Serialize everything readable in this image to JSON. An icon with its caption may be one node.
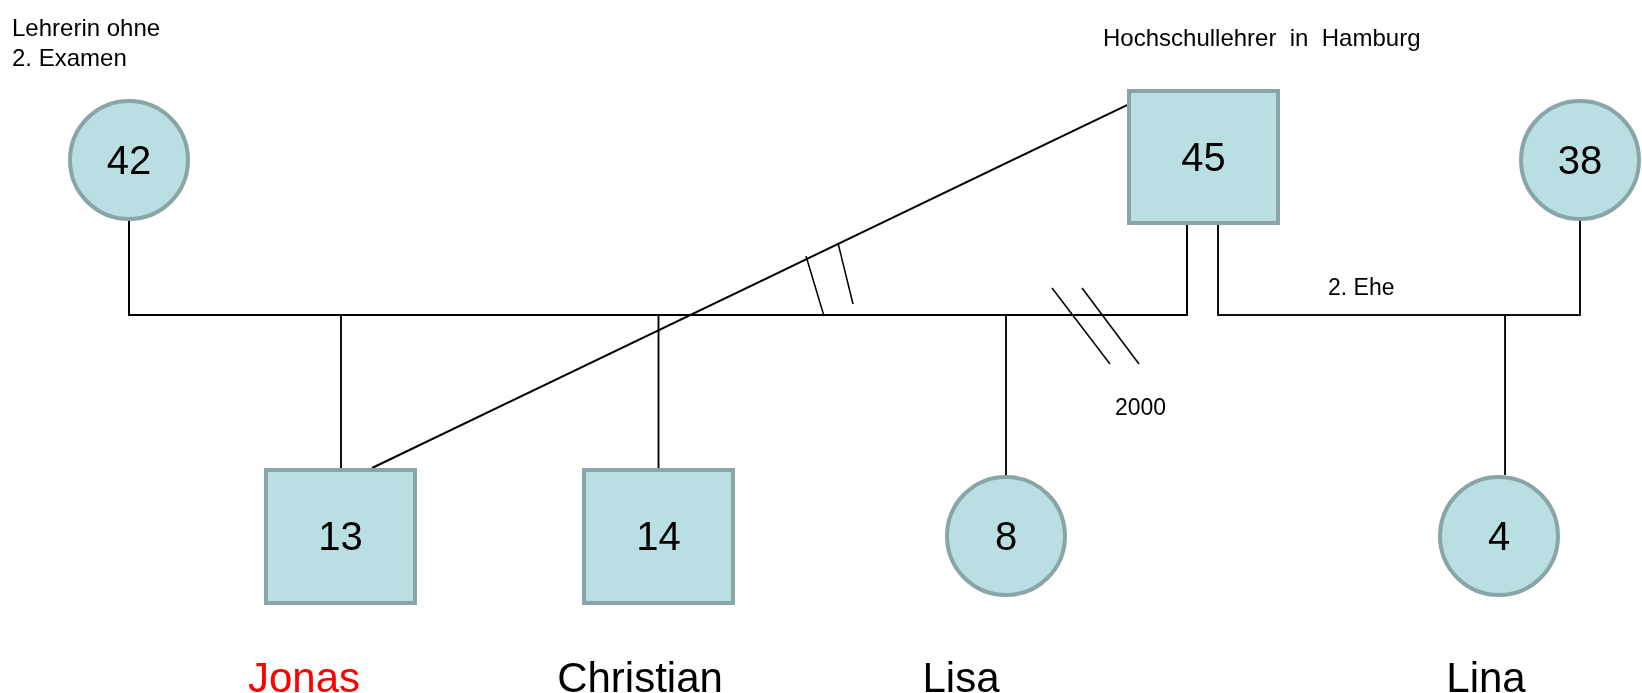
{
  "diagram": {
    "nodes": [
      {
        "text": [
          "42"
        ],
        "beside": [
          "Lehrerin ohne 2. Examen"
        ]
      },
      {
        "text": [
          "45"
        ],
        "beside": [
          "Hochschullehrer  in  Hamburg"
        ]
      },
      {
        "text": [
          "38"
        ]
      },
      {
        "text": [
          "13"
        ],
        "beside": [
          "Jonas"
        ]
      },
      {
        "text": [
          "14"
        ],
        "beside": [
          "Christian"
        ]
      },
      {
        "text": [
          "8"
        ],
        "beside": [
          "Lisa"
        ]
      },
      {
        "text": [
          "4"
        ],
        "beside": [
          "Lina"
        ]
      }
    ],
    "edges": [
      {
        "from": 0,
        "to": 1,
        "arrow": "none"
      },
      {
        "from": 0,
        "to": 3,
        "arrow": "none"
      },
      {
        "from": 0,
        "to": 4,
        "arrow": "none"
      },
      {
        "from": 0,
        "to": 5,
        "arrow": "none"
      },
      {
        "from": 1,
        "to": 3,
        "arrow": "none"
      },
      {
        "from": 1,
        "to": 4,
        "arrow": "none"
      },
      {
        "from": 1,
        "to": 5,
        "arrow": "none"
      },
      {
        "from": 1,
        "to": 2,
        "arrow": "none",
        "label": "2. Ehe"
      },
      {
        "from": 1,
        "to": 6,
        "arrow": "none"
      },
      {
        "from": 2,
        "to": 6,
        "arrow": "none"
      },
      {
        "from": 3,
        "to": 1,
        "arrow": "none"
      }
    ],
    "labels": [
      "2000"
    ]
  }
}
